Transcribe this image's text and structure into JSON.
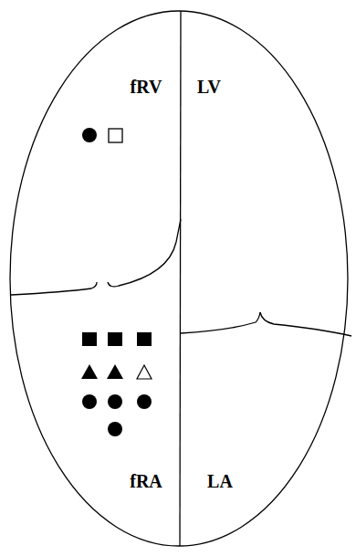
{
  "diagram": {
    "labels": [
      "fRV",
      "LV",
      "fRA",
      "LA"
    ]
  }
}
